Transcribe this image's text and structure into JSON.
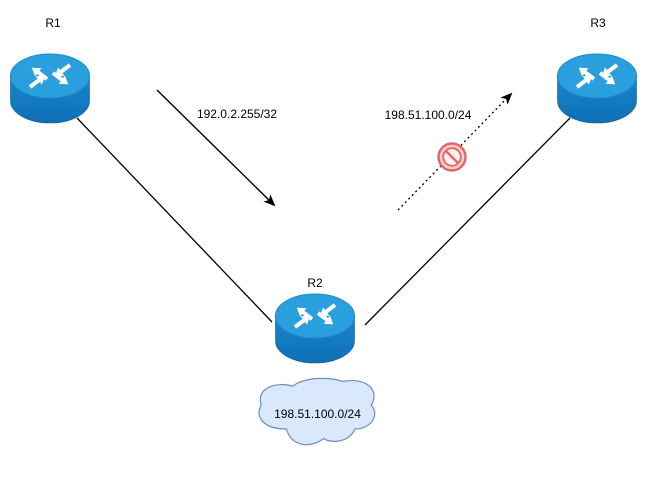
{
  "diagram": {
    "type": "network-topology",
    "nodes": {
      "r1": {
        "label": "R1",
        "kind": "router"
      },
      "r2": {
        "label": "R2",
        "kind": "router"
      },
      "r3": {
        "label": "R3",
        "kind": "router"
      },
      "cloud": {
        "label": "198.51.100.0/24",
        "kind": "network-cloud"
      }
    },
    "edges": {
      "advertised_route": {
        "label": "192.0.2.255/32",
        "style": "solid-arrow",
        "from": "R1",
        "to": "R2"
      },
      "blocked_route": {
        "label": "198.51.100.0/24",
        "style": "dashed-arrow-prohibited",
        "from": "R2",
        "to": "R3"
      }
    },
    "colors": {
      "background": "#FFFFFF",
      "edge_stroke": "#000000",
      "router_top": "#29A0DD",
      "router_body_top": "#1A85CB",
      "router_body_bottom": "#0F6FB6",
      "cloud_fill": "#DAE8FC",
      "cloud_stroke": "#6C8EBF",
      "prohibited_fill": "#F8CECC",
      "prohibited_inner_fill": "#FDF0EF",
      "prohibited_stroke": "#E06666"
    }
  }
}
